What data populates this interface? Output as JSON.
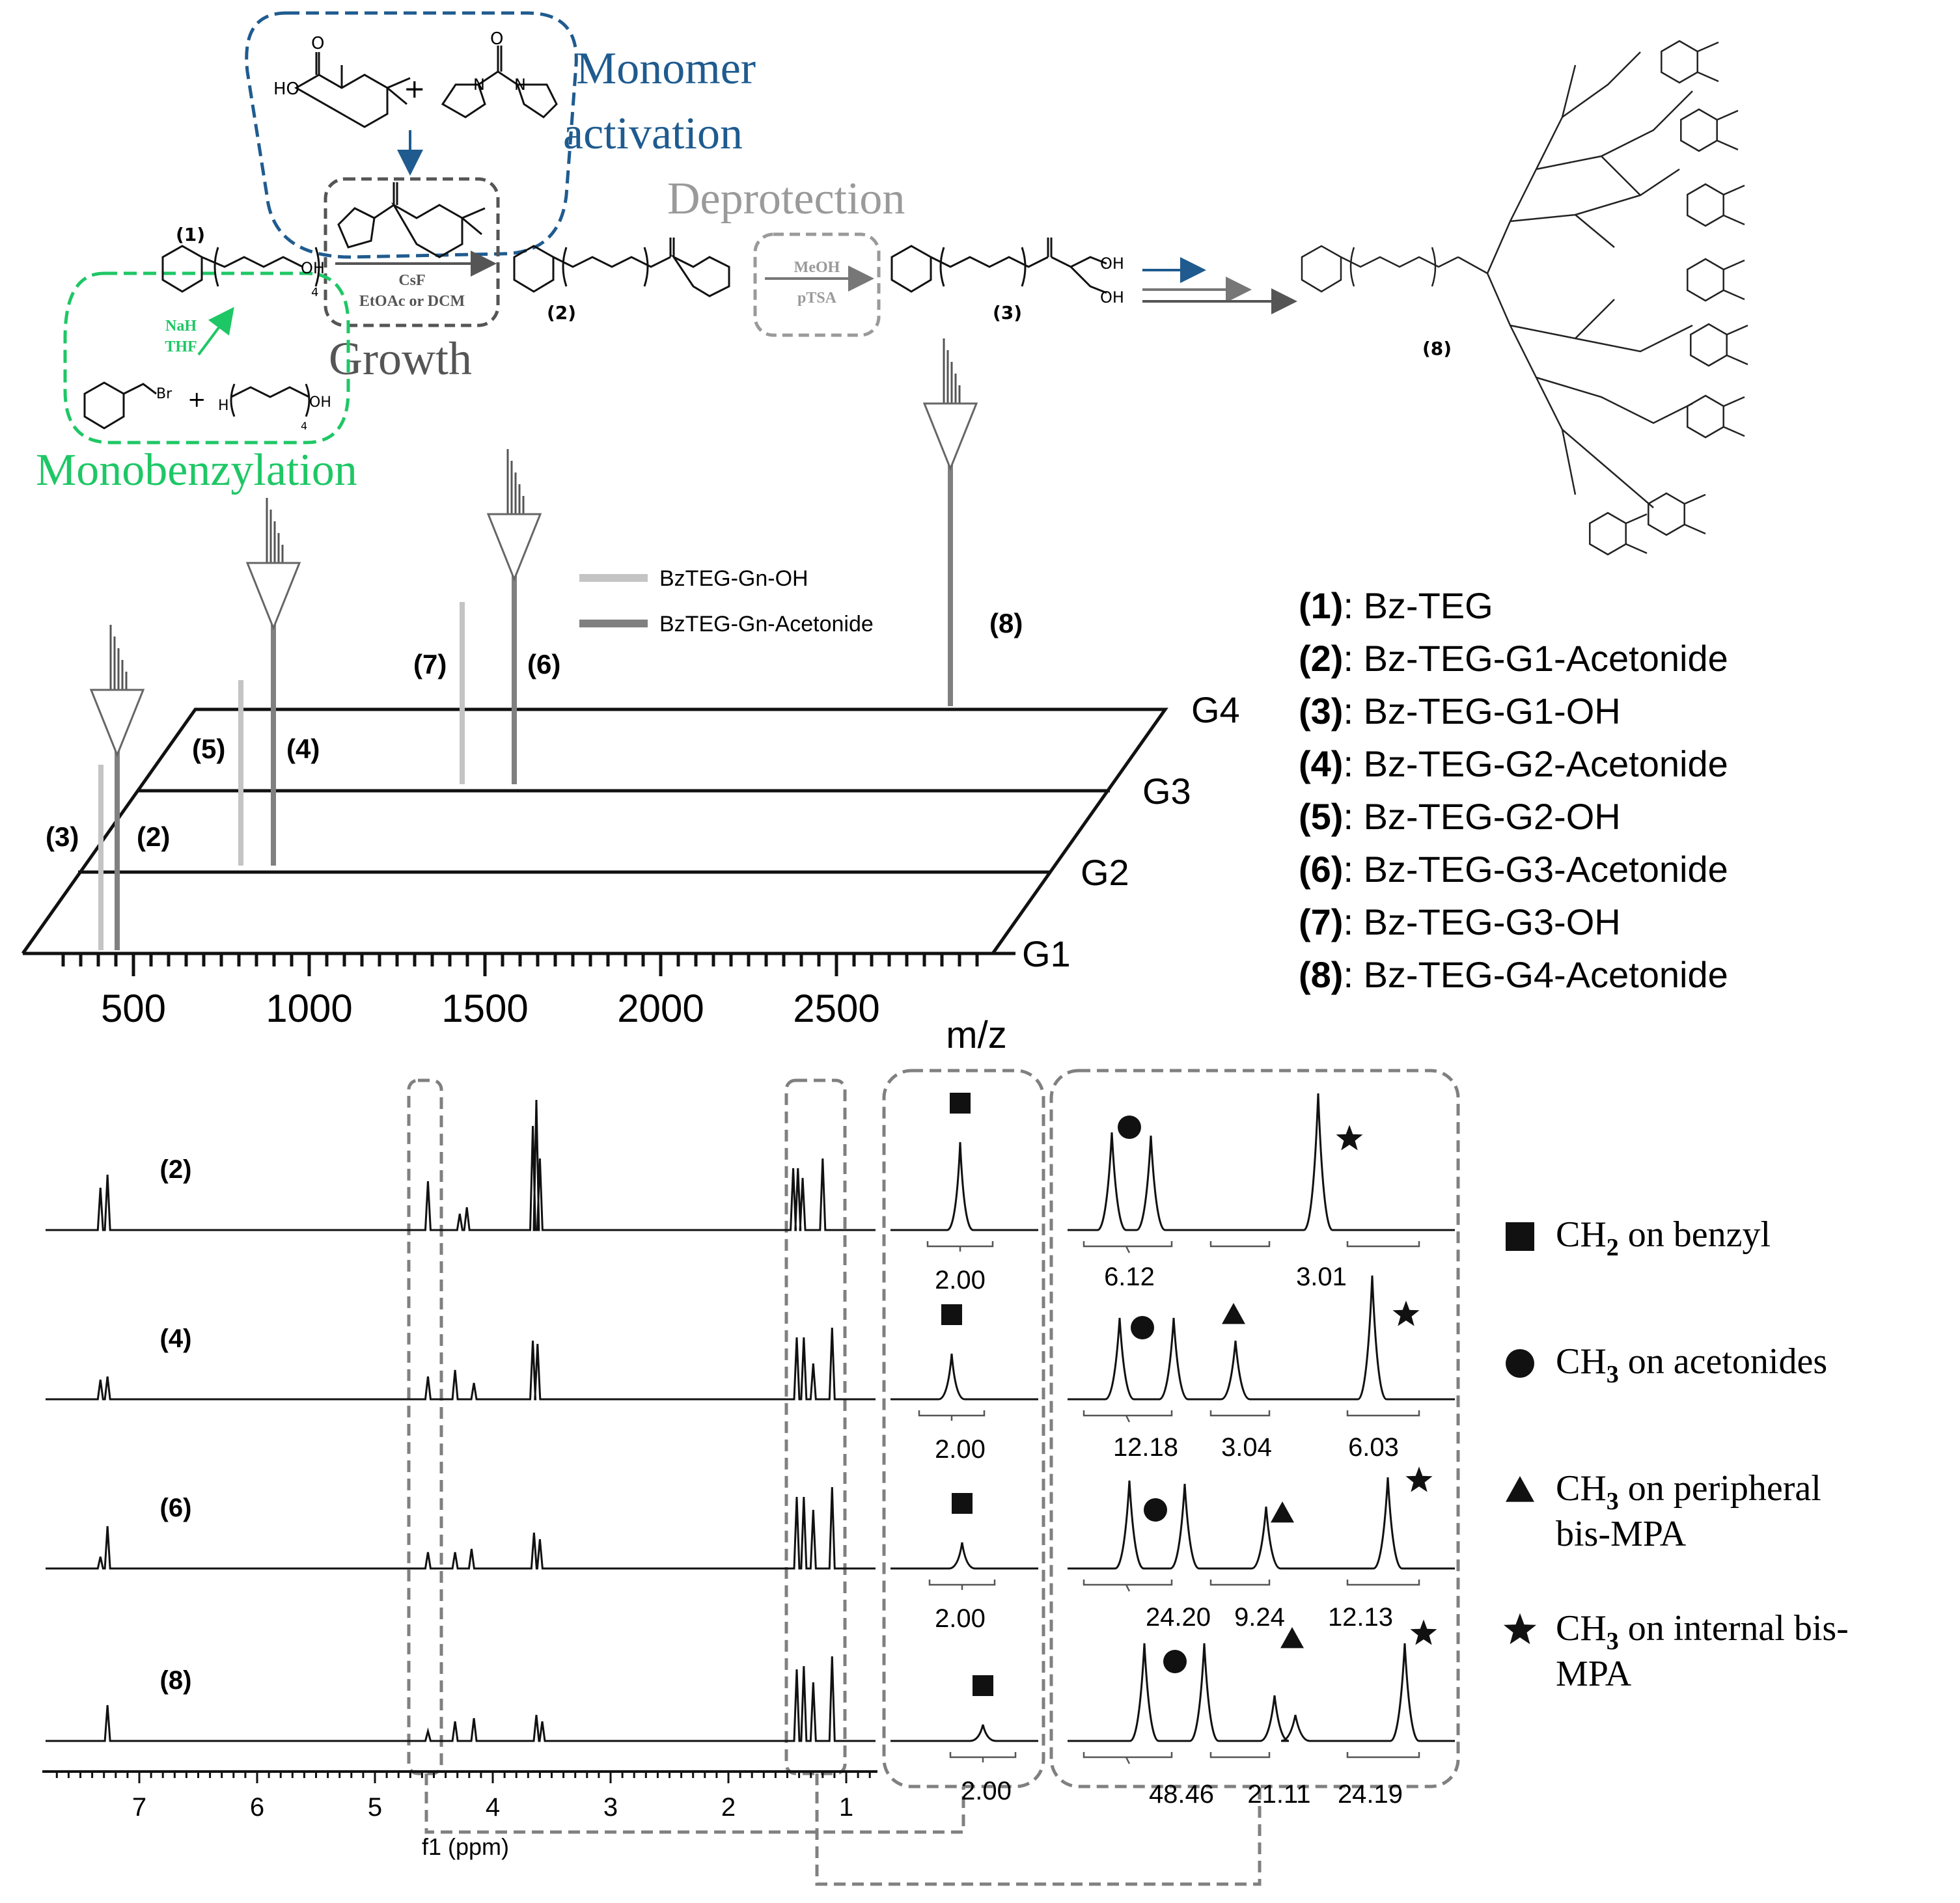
{
  "scheme": {
    "monomer_activation": "Monomer\nactivation",
    "monobenzylation": "Monobenzylation",
    "growth": "Growth",
    "deprotection": "Deprotection",
    "growth_reagents": "CsF\nEtOAc or DCM",
    "deprotection_reagents": "MeOH\npTSA",
    "benzylation_reagents": "NaH\nTHF",
    "compound_labels": [
      "(1)",
      "(2)",
      "(3)",
      "(8)"
    ],
    "atoms": {
      "ho": "HO",
      "oh": "OH",
      "h": "H",
      "br": "Br",
      "o": "O",
      "n": "N",
      "sub4": "4",
      "plus": "+"
    },
    "colors": {
      "monomer": "#1f5b8f",
      "monobenzylation": "#1ec765",
      "growth": "#555555",
      "deprotection": "#9a9a9a"
    }
  },
  "ms": {
    "legend": [
      "BzTEG-Gn-OH",
      "BzTEG-Gn-Acetonide"
    ],
    "planes": [
      "G4",
      "G3",
      "G2",
      "G1"
    ],
    "peak_labels": [
      "(8)",
      "(7)",
      "(6)",
      "(5)",
      "(4)",
      "(3)",
      "(2)"
    ],
    "xlabel": "m/z",
    "ticks": [
      "500",
      "1000",
      "1500",
      "2000",
      "2500"
    ],
    "colors": {
      "oh": "#c4c4c4",
      "acetonide": "#808080"
    }
  },
  "compounds": [
    {
      "num": "(1)",
      "name": ": Bz-TEG"
    },
    {
      "num": "(2)",
      "name": ": Bz-TEG-G1-Acetonide"
    },
    {
      "num": "(3)",
      "name": ": Bz-TEG-G1-OH"
    },
    {
      "num": "(4)",
      "name": ": Bz-TEG-G2-Acetonide"
    },
    {
      "num": "(5)",
      "name": ": Bz-TEG-G2-OH"
    },
    {
      "num": "(6)",
      "name": ": Bz-TEG-G3-Acetonide"
    },
    {
      "num": "(7)",
      "name": ": Bz-TEG-G3-OH"
    },
    {
      "num": "(8)",
      "name": ": Bz-TEG-G4-Acetonide"
    }
  ],
  "nmr": {
    "spectra": [
      "(2)",
      "(4)",
      "(6)",
      "(8)"
    ],
    "xlabel": "f1 (ppm)",
    "ticks": [
      "7",
      "6",
      "5",
      "4",
      "3",
      "2",
      "1"
    ],
    "integrals_ch2": [
      "2.00",
      "2.00",
      "2.00",
      "2.00"
    ],
    "integrals_ch3": [
      [
        "6.12",
        "3.01"
      ],
      [
        "12.18",
        "3.04",
        "6.03"
      ],
      [
        "24.20",
        "9.24",
        "12.13"
      ],
      [
        "48.46",
        "21.11",
        "24.19"
      ]
    ]
  },
  "legend_nmr": [
    {
      "symbol": "square",
      "text": "CH",
      "sub": "2",
      "rest": " on benzyl"
    },
    {
      "symbol": "circle",
      "text": "CH",
      "sub": "3",
      "rest": " on acetonides"
    },
    {
      "symbol": "triangle",
      "text": "CH",
      "sub": "3",
      "rest": " on peripheral",
      "line2": "bis-MPA"
    },
    {
      "symbol": "star",
      "text": "CH",
      "sub": "3",
      "rest": " on internal bis-",
      "line2": "MPA"
    }
  ]
}
